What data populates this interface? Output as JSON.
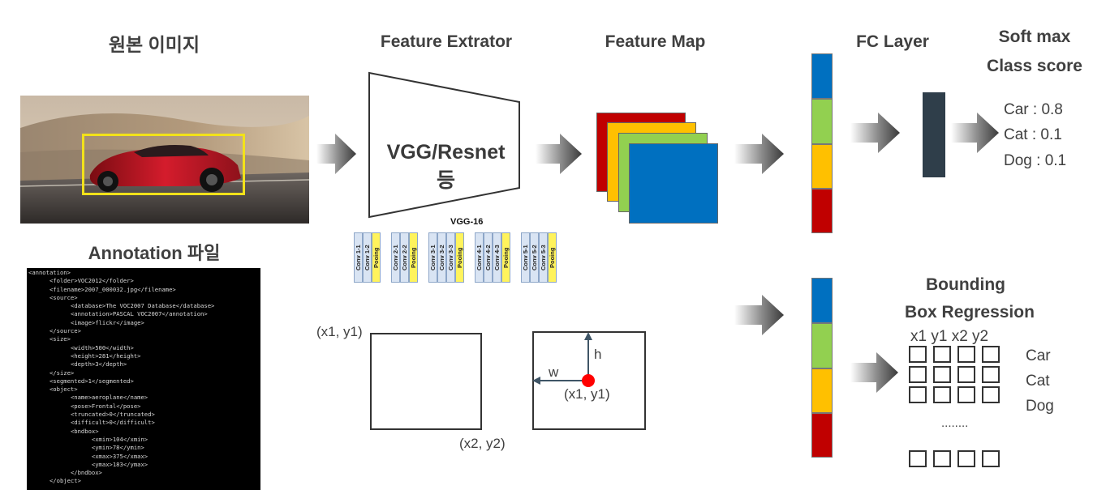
{
  "titles": {
    "original_image": "원본 이미지",
    "feature_extractor": "Feature Extrator",
    "feature_map": "Feature Map",
    "fc_layer": "FC Layer",
    "softmax_line1": "Soft max",
    "softmax_line2": "Class score",
    "annotation": "Annotation 파일",
    "bbox_line1": "Bounding",
    "bbox_line2": "Box Regression"
  },
  "extractor_label": "VGG/Resnet 등",
  "vgg": {
    "title": "VGG-16",
    "groups": [
      [
        "Conv 1-1",
        "Conv 1-2",
        "Pooing"
      ],
      [
        "Conv 2-1",
        "Conv 2-2",
        "Pooing"
      ],
      [
        "Conv 3-1",
        "Conv 3-2",
        "Conv 3-3",
        "Pooing"
      ],
      [
        "Conv 4-1",
        "Conv 4-2",
        "Conv 4-3",
        "Pooing"
      ],
      [
        "Conv 5-1",
        "Conv 5-2",
        "Conv 5-3",
        "Pooing"
      ]
    ]
  },
  "class_scores": [
    "Car : 0.8",
    "Cat : 0.1",
    "Dog : 0.1"
  ],
  "bbox_coords_header": "x1 y1 x2 y2",
  "bbox_classes": [
    "Car",
    "Cat",
    "Dog"
  ],
  "bbox_ellipsis": "........",
  "box_labels": {
    "top_left": "(x1, y1)",
    "bottom_right": "(x2, y2)",
    "center": "(x1, y1)",
    "w": "w",
    "h": "h"
  },
  "annotation_xml": "<annotation>\n\t<folder>VOC2012</folder>\n\t<filename>2007_000032.jpg</filename>\n\t<source>\n\t\t<database>The VOC2007 Database</database>\n\t\t<annotation>PASCAL VOC2007</annotation>\n\t\t<image>flickr</image>\n\t</source>\n\t<size>\n\t\t<width>500</width>\n\t\t<height>281</height>\n\t\t<depth>3</depth>\n\t</size>\n\t<segmented>1</segmented>\n\t<object>\n\t\t<name>aeroplane</name>\n\t\t<pose>Frontal</pose>\n\t\t<truncated>0</truncated>\n\t\t<difficult>0</difficult>\n\t\t<bndbox>\n\t\t\t<xmin>104</xmin>\n\t\t\t<ymin>78</ymin>\n\t\t\t<xmax>375</xmax>\n\t\t\t<ymax>183</ymax>\n\t\t</bndbox>\n\t</object>",
  "colors": {
    "blue": "#0070c0",
    "green": "#92d050",
    "yellow": "#ffc000",
    "red": "#c00000",
    "fc_bar": "#2f3e4a",
    "center_dot": "#ff0000"
  }
}
